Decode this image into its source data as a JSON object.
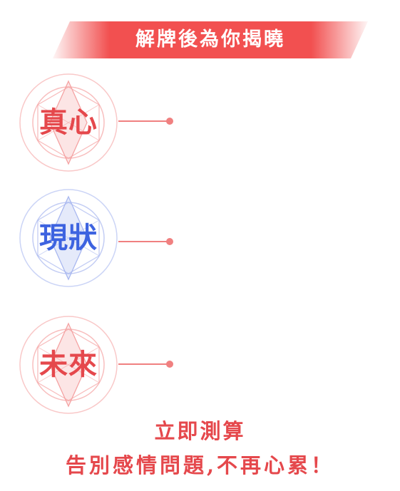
{
  "banner": {
    "text": "解牌後為你揭曉"
  },
  "cards": [
    {
      "label": "真心",
      "color": "#e5484c",
      "tint": "#f5a3a3",
      "icon": "hexagram-sigil-icon"
    },
    {
      "label": "現狀",
      "color": "#3d63e0",
      "tint": "#a9b8f0",
      "icon": "hexagram-sigil-icon"
    },
    {
      "label": "未來",
      "color": "#e5484c",
      "tint": "#f5a3a3",
      "icon": "hexagram-sigil-icon"
    }
  ],
  "cta": {
    "line1": "立即測算",
    "line2": "告別感情問題,不再心累！"
  },
  "colors": {
    "accent": "#e5484c",
    "banner": "#f03c3c",
    "connector": "#f08080"
  }
}
